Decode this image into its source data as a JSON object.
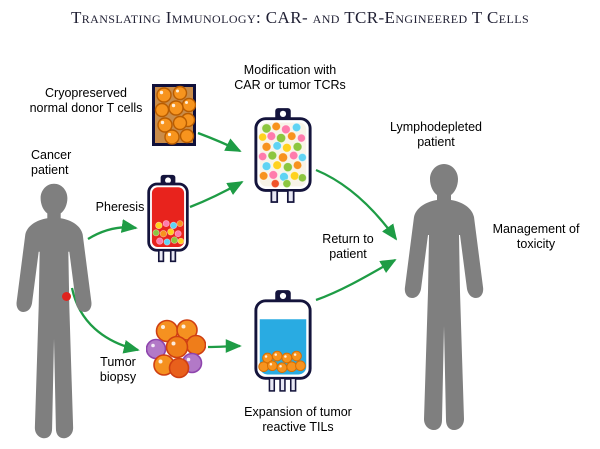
{
  "title": "Translating Immunology: CAR- and TCR-Engineered T Cells",
  "labels": {
    "cryopreserved": {
      "line1": "Cryopreserved",
      "line2": "normal donor T cells"
    },
    "modification": {
      "line1": "Modification with",
      "line2": "CAR or tumor TCRs"
    },
    "cancer_patient": {
      "line1": "Cancer",
      "line2": "patient"
    },
    "lymphodepleted_patient": {
      "line1": "Lymphodepleted",
      "line2": "patient"
    },
    "pheresis": "Pheresis",
    "return_to_patient": {
      "line1": "Return to",
      "line2": "patient"
    },
    "management_of_toxicity": {
      "line1": "Management of",
      "line2": "toxicity"
    },
    "tumor_biopsy": {
      "line1": "Tumor",
      "line2": "biopsy"
    },
    "expansion_tils": {
      "line1": "Expansion of tumor",
      "line2": "reactive TILs"
    }
  },
  "colors": {
    "arrow_green": "#1e9c45",
    "silhouette_gray": "#7f7f7f",
    "bag_outline_navy": "#14143c",
    "blood_red": "#e8231d",
    "til_liquid_blue": "#29abe2",
    "cell_orange": "#f7931e",
    "tumor_marker_red": "#e0241e",
    "title_text": "#1f1f33"
  }
}
